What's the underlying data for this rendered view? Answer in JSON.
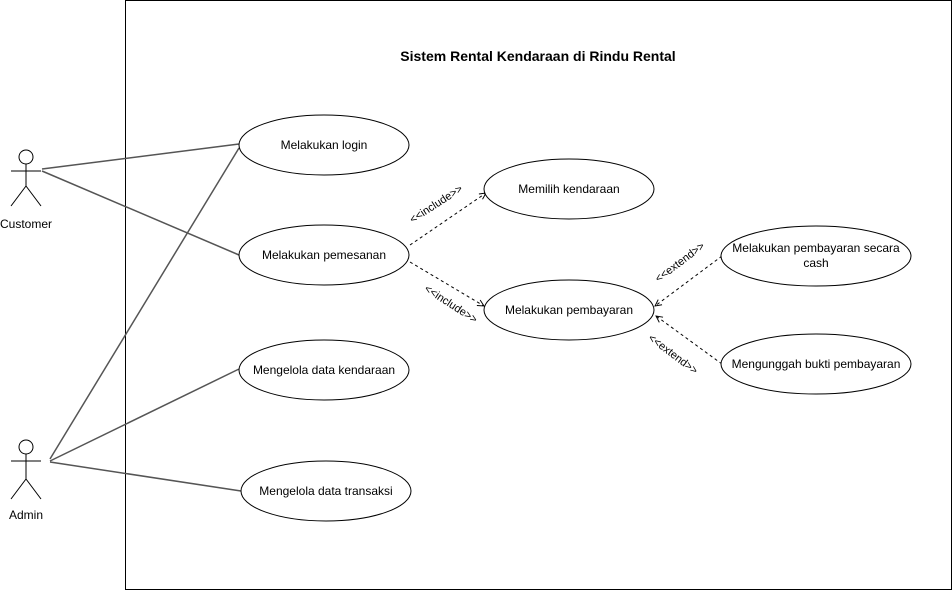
{
  "system": {
    "title": "Sistem Rental Kendaraan di Rindu Rental"
  },
  "actors": {
    "customer": "Customer",
    "admin": "Admin"
  },
  "use_cases": {
    "login": [
      "Melakukan login"
    ],
    "pemesanan": [
      "Melakukan pemesanan"
    ],
    "memilih": [
      "Memilih kendaraan"
    ],
    "pembayaran": [
      "Melakukan pembayaran"
    ],
    "cash": [
      "Melakukan pembayaran secara",
      "cash"
    ],
    "unggah": [
      "Mengunggah bukti pembayaran"
    ],
    "data_kendaraan": [
      "Mengelola data kendaraan"
    ],
    "data_transaksi": [
      "Mengelola data transaksi"
    ]
  },
  "relations": {
    "include_1": "<<include>>",
    "include_2": "<<include>>",
    "extend_1": "<<extend>>",
    "extend_2": "<<extend>>"
  },
  "colors": {
    "stroke": "#000000",
    "association": "#555555",
    "background": "#ffffff"
  }
}
